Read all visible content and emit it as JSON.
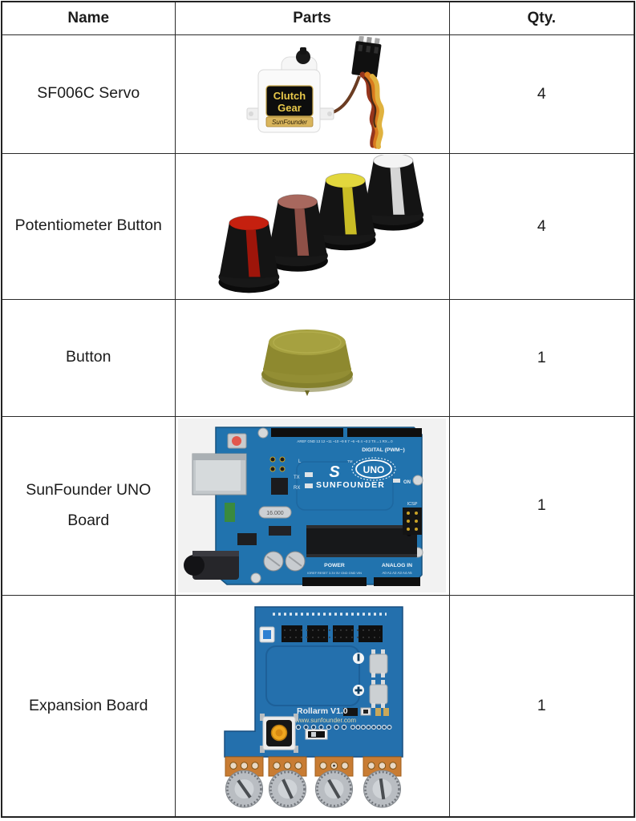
{
  "table": {
    "headers": [
      {
        "label": "Name"
      },
      {
        "label": "Parts"
      },
      {
        "label": "Qty."
      }
    ],
    "rows": [
      {
        "name": "SF006C Servo",
        "qty": "4",
        "part": "sf006c-servo"
      },
      {
        "name": "Potentiometer Button",
        "qty": "4",
        "part": "potentiometer-knobs"
      },
      {
        "name": "Button",
        "qty": "1",
        "part": "yellow-button-cap"
      },
      {
        "name": "SunFounder UNO Board",
        "qty": "1",
        "part": "sunfounder-uno-board"
      },
      {
        "name": "Expansion Board",
        "qty": "1",
        "part": "rollarm-expansion-board"
      }
    ]
  },
  "parts": {
    "servo": {
      "label_top": "Clutch",
      "label_bottom": "Gear",
      "brand": "SunFounder"
    },
    "uno": {
      "brand": "SUNFOUNDER",
      "model": "UNO",
      "tm": "TM",
      "digital_label": "DIGITAL  (PWM~)",
      "digital_pins": "AREF GND 13 12 ~11 ~10 ~9 8 7 ~6 ~5 4 ~3 2 TX→1 RX←0",
      "power_label": "POWER",
      "power_pins": "IOREF RESET 3.3V 5V GND GND VIN",
      "analog_label": "ANALOG IN",
      "analog_pins": "A0 A1 A2 A3 A4 A5",
      "on_label": "ON",
      "icsp_label": "ICSP",
      "tx": "TX",
      "rx": "RX",
      "l": "L",
      "crystal": "16.000"
    },
    "expansion": {
      "title": "Rollarm V1.0",
      "url": "www.sunfounder.com"
    }
  },
  "colors": {
    "border": "#2a2a2a",
    "pcb_blue": "#2173ae",
    "expansion_blue": "#2470ad",
    "servo_gold": "#e8c84a",
    "knob_red": "#c5200f",
    "knob_brown": "#a8685e",
    "knob_yellow": "#e2d73d",
    "knob_white": "#f4f4f4",
    "button_olive": "#a6a140",
    "copper": "#c87c33"
  }
}
